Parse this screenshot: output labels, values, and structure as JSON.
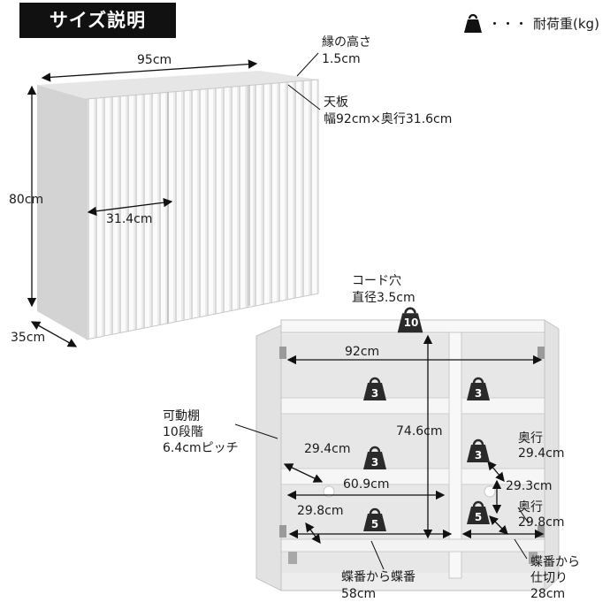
{
  "title": "サイズ説明",
  "legend": {
    "dots": "・・・",
    "label": "耐荷重(kg)",
    "icon": "weight-icon"
  },
  "top_view": {
    "width": "95cm",
    "height": "80cm",
    "depth": "35cm",
    "door_width": "31.4cm",
    "edge_label": "縁の高さ",
    "edge_value": "1.5cm",
    "top_label": "天板",
    "top_value": "幅92cm×奥行31.6cm"
  },
  "inner_view": {
    "cord_hole_label": "コード穴",
    "cord_hole_value": "直径3.5cm",
    "top_load": "10",
    "inner_width": "92cm",
    "inner_height": "74.6cm",
    "shelf_loads_left": [
      "3",
      "3",
      "5"
    ],
    "shelf_loads_right": [
      "3",
      "3",
      "5"
    ],
    "shelf_label_lines": [
      "可動棚",
      "10段階",
      "6.4cmピッチ"
    ],
    "left_depth_upper": "29.4cm",
    "left_width": "60.9cm",
    "left_depth_lower": "29.8cm",
    "right_depth_upper_label": "奥行",
    "right_depth_upper": "29.4cm",
    "right_depth_mid": "29.3cm",
    "right_depth_lower_label": "奥行",
    "right_depth_lower": "29.8cm",
    "hinge_hinge_label": "蝶番から蝶番",
    "hinge_hinge_value": "58cm",
    "hinge_part_label_lines": [
      "蝶番から",
      "仕切り",
      "28cm"
    ]
  }
}
